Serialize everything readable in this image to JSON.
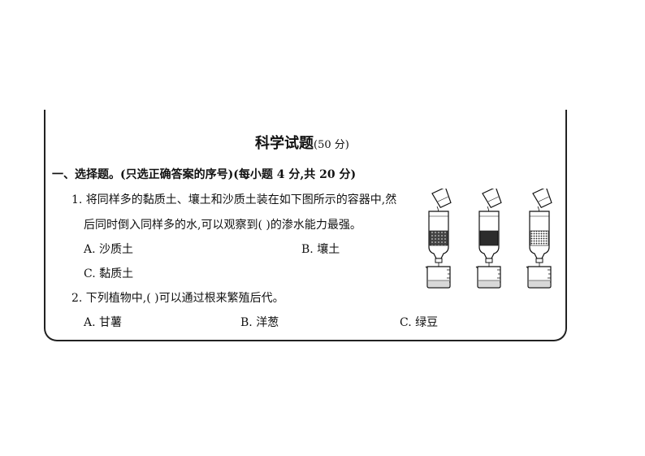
{
  "title": {
    "main": "科学试题",
    "sub": "(50 分)"
  },
  "section": "一、选择题。(只选正确答案的序号)(每小题 4 分,共 20 分)",
  "questions": [
    {
      "line1": "1. 将同样多的黏质土、壤土和沙质土装在如下图所示的容器中,然",
      "line2": "后同时倒入同样多的水,可以观察到(              )的渗水能力最强。",
      "options": [
        "A. 沙质土",
        "B. 壤土",
        "C. 黏质土"
      ]
    },
    {
      "line1": "2. 下列植物中,(              )可以通过根来繁殖后代。",
      "options": [
        "A. 甘薯",
        "B. 洋葱",
        "C. 绿豆"
      ]
    }
  ],
  "colors": {
    "ink": "#111111",
    "soil_dark": "#2a2a2a",
    "water": "#d8d8d8"
  },
  "figure_icons": [
    "cup-pouring-icon",
    "bottle-funnel-icon",
    "beaker-icon"
  ]
}
